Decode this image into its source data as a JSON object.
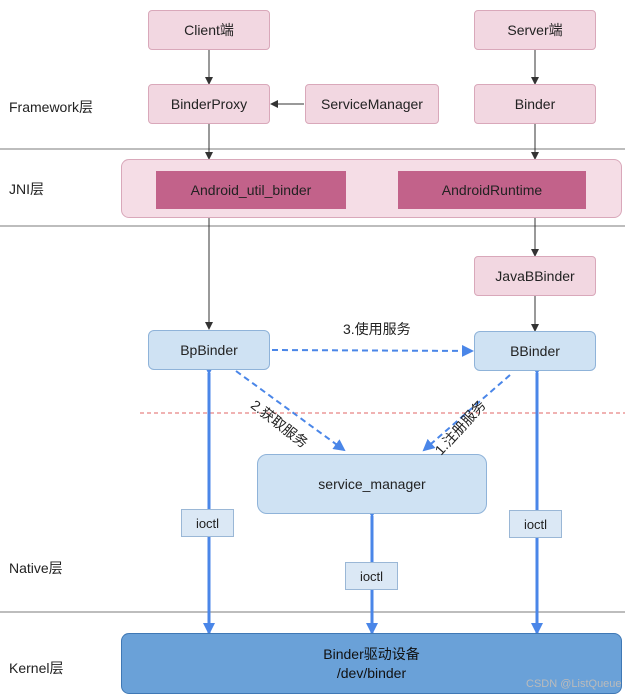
{
  "layers": {
    "framework": "Framework层",
    "jni": "JNI层",
    "native": "Native层",
    "kernel": "Kernel层"
  },
  "boxes": {
    "client": "Client端",
    "server": "Server端",
    "binder_proxy": "BinderProxy",
    "service_manager_java": "ServiceManager",
    "binder": "Binder",
    "android_util_binder": "Android_util_binder",
    "android_runtime": "AndroidRuntime",
    "java_bbinder": "JavaBBinder",
    "bp_binder": "BpBinder",
    "b_binder": "BBinder",
    "service_manager_native": "service_manager",
    "kernel_device": "Binder驱动设备",
    "kernel_path": "/dev/binder"
  },
  "ioctl_labels": [
    "ioctl",
    "ioctl",
    "ioctl"
  ],
  "edges": {
    "use_service": "3.使用服务",
    "get_service": "2.获取服务",
    "register_service": "1.注册服务"
  },
  "watermark": "CSDN @ListQueue",
  "colors": {
    "pink_box": "#f2d7e1",
    "jni_inner": "#c2628a",
    "blue_box": "#cfe2f3",
    "kernel": "#6aa1d8",
    "arrow_blue": "#4a86e8",
    "divider": "#bdbdbd",
    "red_dash": "#e06666"
  }
}
